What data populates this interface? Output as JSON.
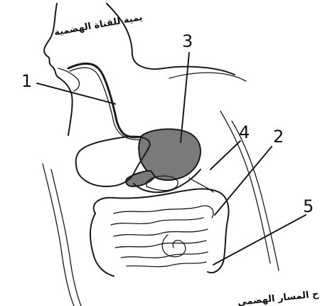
{
  "header_text": "يمية للقناة الهضمية",
  "footer_text": "ح المسار الهضمي",
  "labels": [
    "1",
    "2",
    "3",
    "4",
    "5"
  ],
  "colors": {
    "ink": "#1a1a1a",
    "organ_fill": "#7a7a7a",
    "background": "#ffffff"
  }
}
